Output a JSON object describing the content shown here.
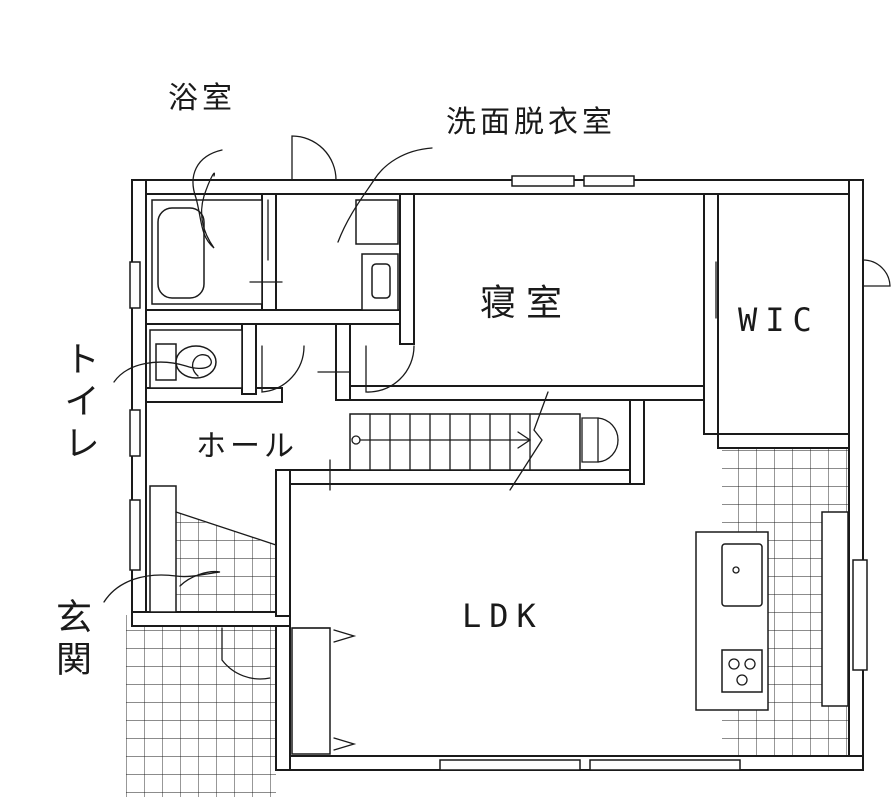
{
  "rooms": {
    "bath": "浴室",
    "washroom": "洗面脱衣室",
    "bedroom": "寝室",
    "wic": "WIC",
    "toilet": "トイレ",
    "hall": "ホール",
    "ldk": "LDK",
    "entrance": "玄関"
  },
  "colors": {
    "line": "#1a1a1a",
    "paper": "#ffffff"
  }
}
